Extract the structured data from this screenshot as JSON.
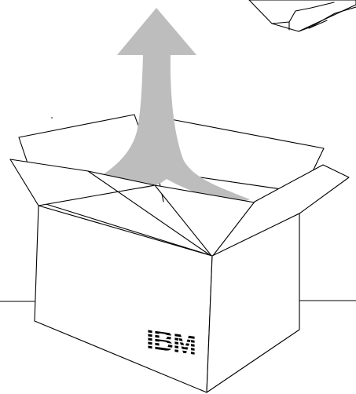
{
  "illustration": {
    "logo_text": "IBM",
    "colors": {
      "background": "#ffffff",
      "outline": "#000000",
      "arrow": "#bdbdbd",
      "logo": "#000000"
    },
    "icons": {
      "box": "open-cardboard-box",
      "arrow": "up-arrow",
      "corner": "small-box-corner",
      "logo": "ibm-logo"
    }
  }
}
